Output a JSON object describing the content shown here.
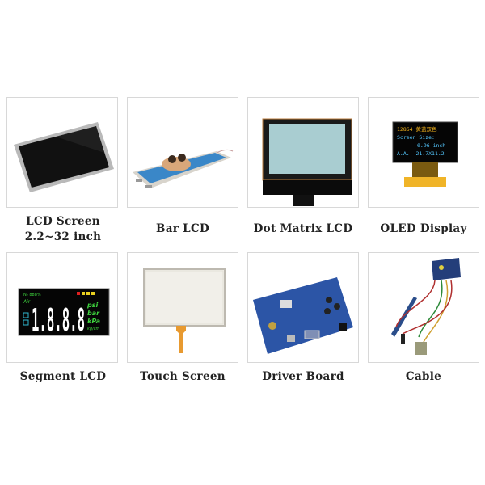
{
  "products": [
    {
      "label": "LCD Screen",
      "sublabel": "2.2~32 inch",
      "icon": "lcd-screen-image"
    },
    {
      "label": "Bar LCD",
      "icon": "bar-lcd-image"
    },
    {
      "label": "Dot Matrix LCD",
      "icon": "dot-matrix-lcd-image"
    },
    {
      "label": "OLED Display",
      "icon": "oled-display-image",
      "screen_text": [
        "12864 黄蓝双色",
        "Screen Size:",
        "0.96 inch",
        "A.A.: 21.7X11.2"
      ]
    },
    {
      "label": "Segment LCD",
      "icon": "segment-lcd-image",
      "screen_text": {
        "digits": "1.8.8.8",
        "units": [
          "psi",
          "bar",
          "kPa",
          "kg/cm"
        ],
        "top": "N₂ 888%",
        "air": "Air"
      }
    },
    {
      "label": "Touch Screen",
      "icon": "touch-screen-image"
    },
    {
      "label": "Driver Board",
      "icon": "driver-board-image"
    },
    {
      "label": "Cable",
      "icon": "cable-image"
    }
  ],
  "colors": {
    "border": "#d8d8d8",
    "text": "#222222"
  }
}
